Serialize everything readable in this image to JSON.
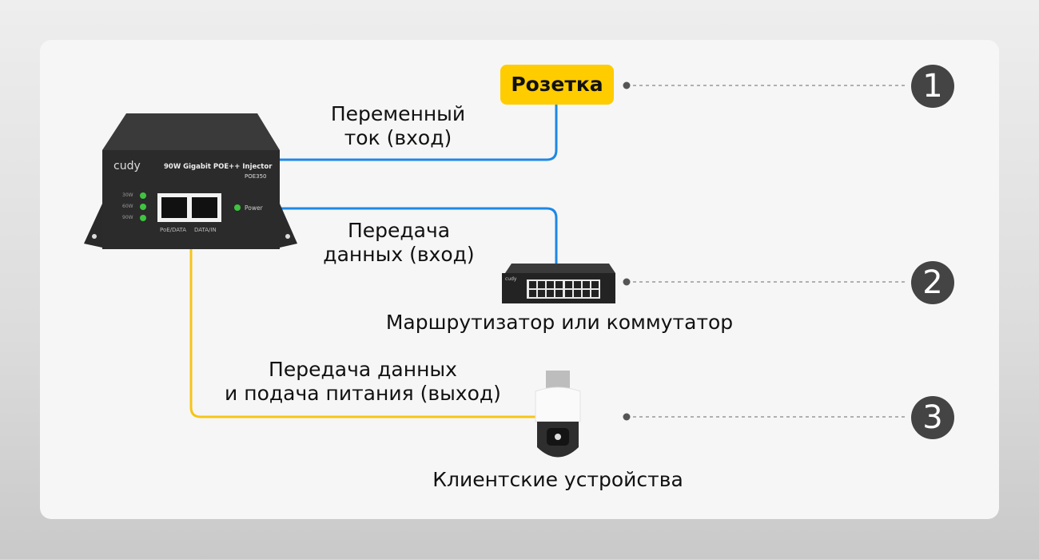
{
  "colors": {
    "ac_line": "#1e88e5",
    "data_line": "#1e88e5",
    "poe_line": "#f5c518",
    "badge": "#ffcc00",
    "number_circle": "#444444"
  },
  "injector": {
    "brand": "cudy",
    "title": "90W Gigabit POE++ Injector",
    "model": "POE350",
    "led_labels": [
      "30W",
      "60W",
      "90W"
    ],
    "power_label": "Power",
    "port_labels": [
      "PoE/DATA",
      "DATA/IN"
    ]
  },
  "outlet": {
    "label": "Розетка"
  },
  "connections": {
    "ac_input": {
      "line1": "Переменный",
      "line2": "ток (вход)"
    },
    "data_input": {
      "line1": "Передача",
      "line2": "данных (вход)"
    },
    "poe_output": {
      "line1": "Передача данных",
      "line2": "и подача питания (выход)"
    }
  },
  "devices": {
    "switch": {
      "label": "Маршрутизатор или коммутатор",
      "brand": "cudy"
    },
    "camera": {
      "label": "Клиентские устройства"
    }
  },
  "steps": [
    "1",
    "2",
    "3"
  ]
}
